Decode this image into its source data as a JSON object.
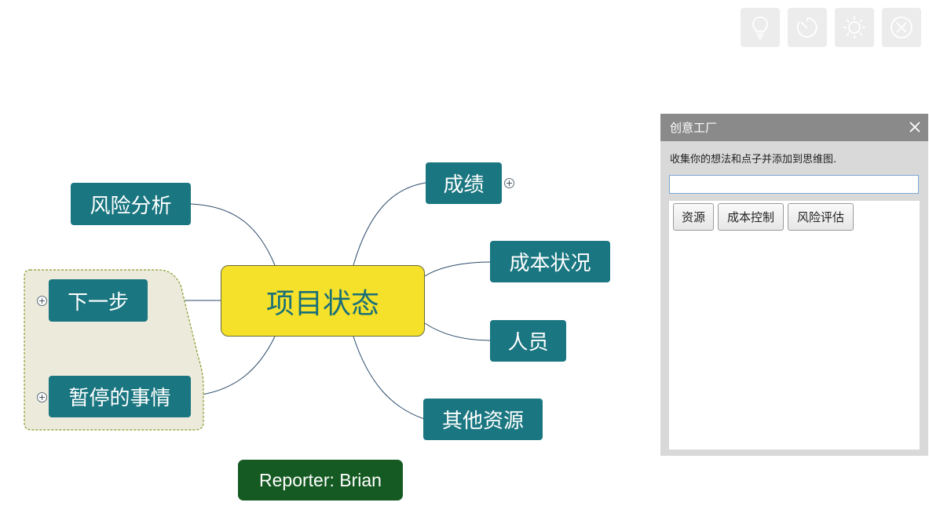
{
  "toolbar": {
    "buttons": [
      {
        "icon": "lightbulb-icon"
      },
      {
        "icon": "timer-icon"
      },
      {
        "icon": "brightness-icon"
      },
      {
        "icon": "close-circle-icon"
      }
    ]
  },
  "mindmap": {
    "central": "项目状态",
    "topics": {
      "achievements": "成绩",
      "cost_status": "成本状况",
      "people": "人员",
      "other_resources": "其他资源",
      "risk_analysis": "风险分析",
      "next_steps": "下一步",
      "paused_items": "暂停的事情"
    },
    "reporter": "Reporter: Brian"
  },
  "idea_panel": {
    "title": "创意工厂",
    "description": "收集你的想法和点子并添加到思维图.",
    "input_value": "",
    "ideas": [
      "资源",
      "成本控制",
      "风险评估"
    ]
  },
  "colors": {
    "topic_fill": "#1a7680",
    "central_fill": "#f5e12a",
    "reporter_fill": "#155a22",
    "boundary_fill": "#ebeadb",
    "boundary_border": "#8a9a2a",
    "connector": "#2a4a6a"
  }
}
